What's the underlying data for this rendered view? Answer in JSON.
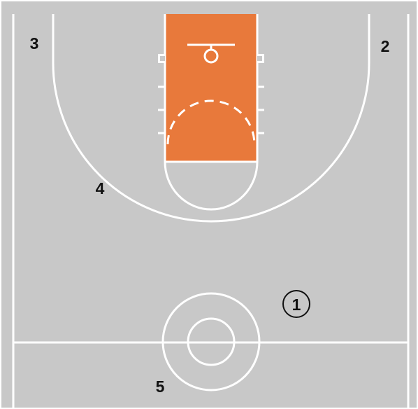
{
  "colors": {
    "court_floor": "#c8c8c8",
    "paint": "#e8793b",
    "lines": "#ffffff",
    "labels": "#111111"
  },
  "players": [
    {
      "id": 1,
      "label": "1",
      "circled": true
    },
    {
      "id": 2,
      "label": "2",
      "circled": false
    },
    {
      "id": 3,
      "label": "3",
      "circled": false
    },
    {
      "id": 4,
      "label": "4",
      "circled": false
    },
    {
      "id": 5,
      "label": "5",
      "circled": false
    }
  ]
}
